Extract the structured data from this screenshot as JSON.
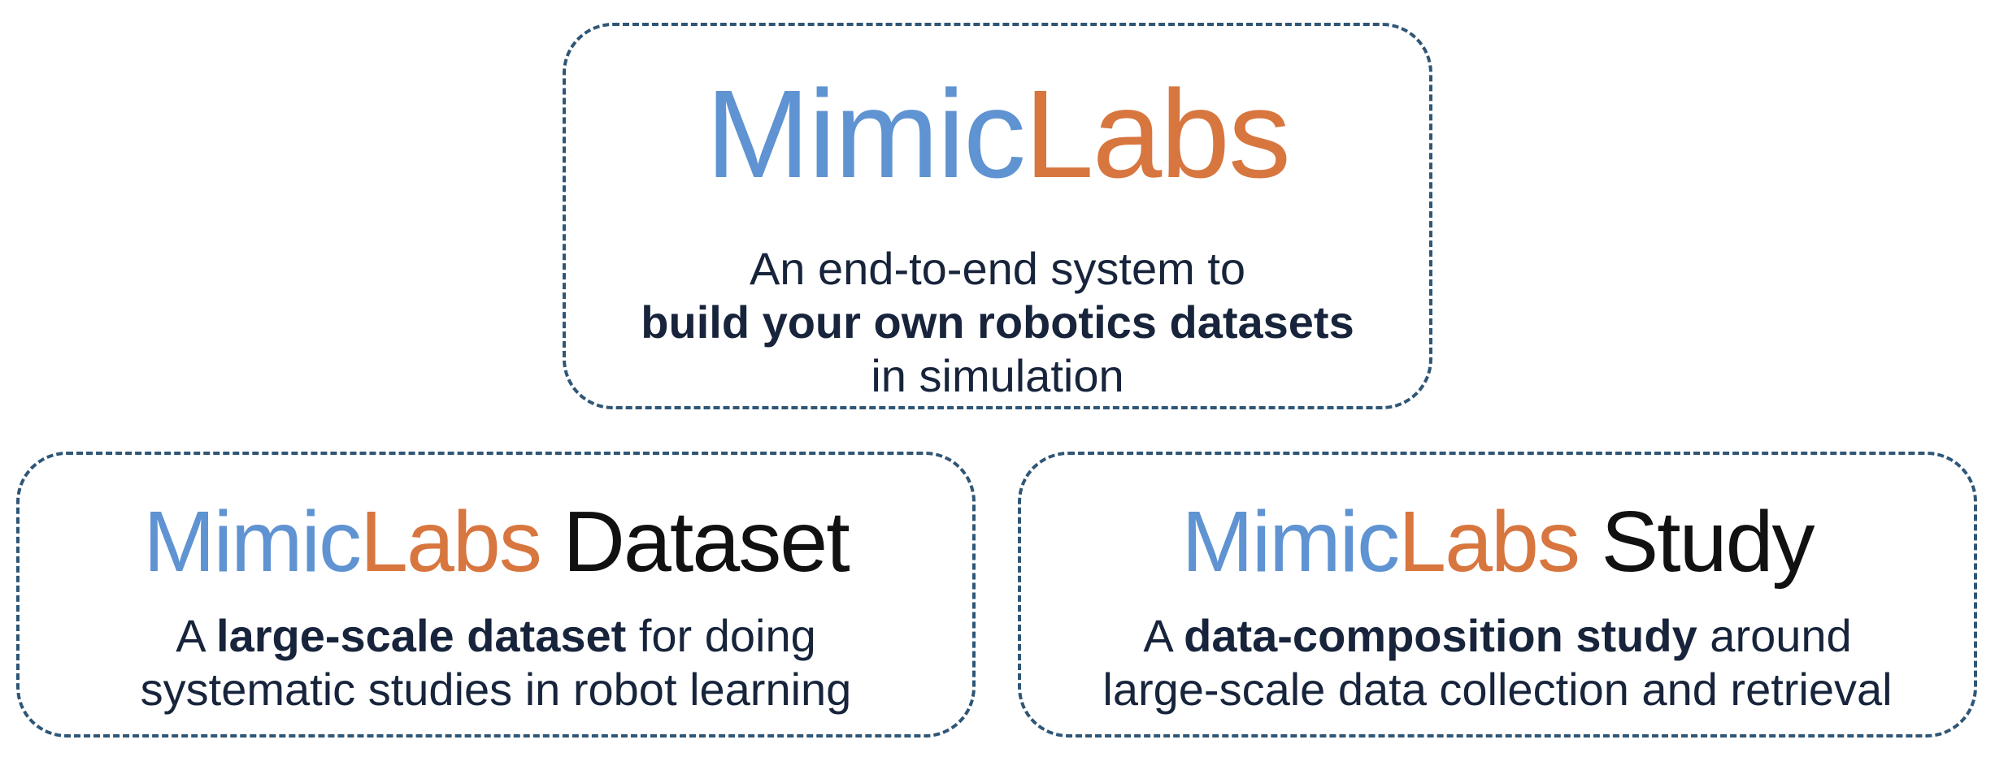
{
  "brand": {
    "mimic": "Mimic",
    "labs": "Labs",
    "mimic_color": "#5f93d2",
    "labs_color": "#d8763f",
    "border_color": "#2f5676",
    "text_color": "#17243b"
  },
  "top_box": {
    "line1": "An end-to-end system to",
    "line2_bold": "build your own robotics datasets",
    "line3": "in simulation"
  },
  "dataset_box": {
    "title_suffix": "Dataset",
    "line1_pre": "A ",
    "line1_bold": "large-scale dataset",
    "line1_post": " for doing",
    "line2": "systematic studies in robot learning"
  },
  "study_box": {
    "title_suffix": "Study",
    "line1_pre": "A ",
    "line1_bold": "data-composition study",
    "line1_post": " around",
    "line2": "large-scale data collection and retrieval"
  }
}
